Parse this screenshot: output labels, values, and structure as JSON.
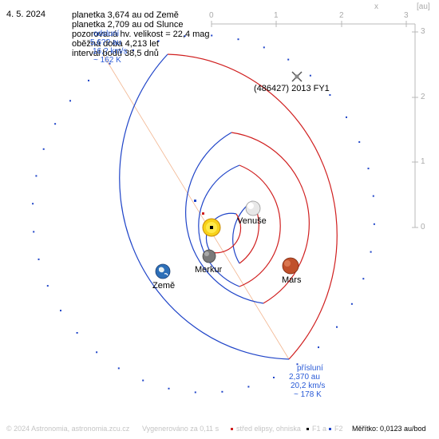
{
  "date": "4. 5. 2024",
  "info_lines": [
    "planetka 3,674 au od Země",
    "planetka 2,709 au od Slunce",
    "pozorovaná hv. velikost = 22,4 mag",
    "oběžná doba 4,213 let",
    "interval bodů 38,5 dnů"
  ],
  "aphelion_lines": [
    "odsluní",
    "5,6?? au",
    "16,? km/s",
    "~ 162 K"
  ],
  "perihelion_lines": [
    "přísluní",
    "2,370 au",
    "20,2 km/s",
    "~ 178 K"
  ],
  "asteroid_label": "(486427) 2013 FY1",
  "planets": {
    "mercury": "Merkur",
    "venus": "Venuše",
    "earth": "Země",
    "mars": "Mars"
  },
  "axis_unit": "[au]",
  "top_axis_ticks": [
    "0",
    "1",
    "2",
    "3"
  ],
  "right_axis_ticks": [
    "3",
    "2",
    "1",
    "0"
  ],
  "close_glyph": "x",
  "footer": {
    "copyright": "© 2024 Astronomia, astronomia.zcu.cz",
    "generated": "Vygenerováno za 0,11 s",
    "center_legend": "střed elipsy, ohniska",
    "f1": "F1 a",
    "f2": "F2",
    "scale": "Měřítko: 0,0123 au/bod"
  },
  "colors": {
    "orbit_blue": "#1f44c8",
    "orbit_red": "#d01f1f",
    "axis_gray": "#b8b8b8",
    "apsis_line": "#f2b58f",
    "label_blue": "#2a5bd7"
  }
}
